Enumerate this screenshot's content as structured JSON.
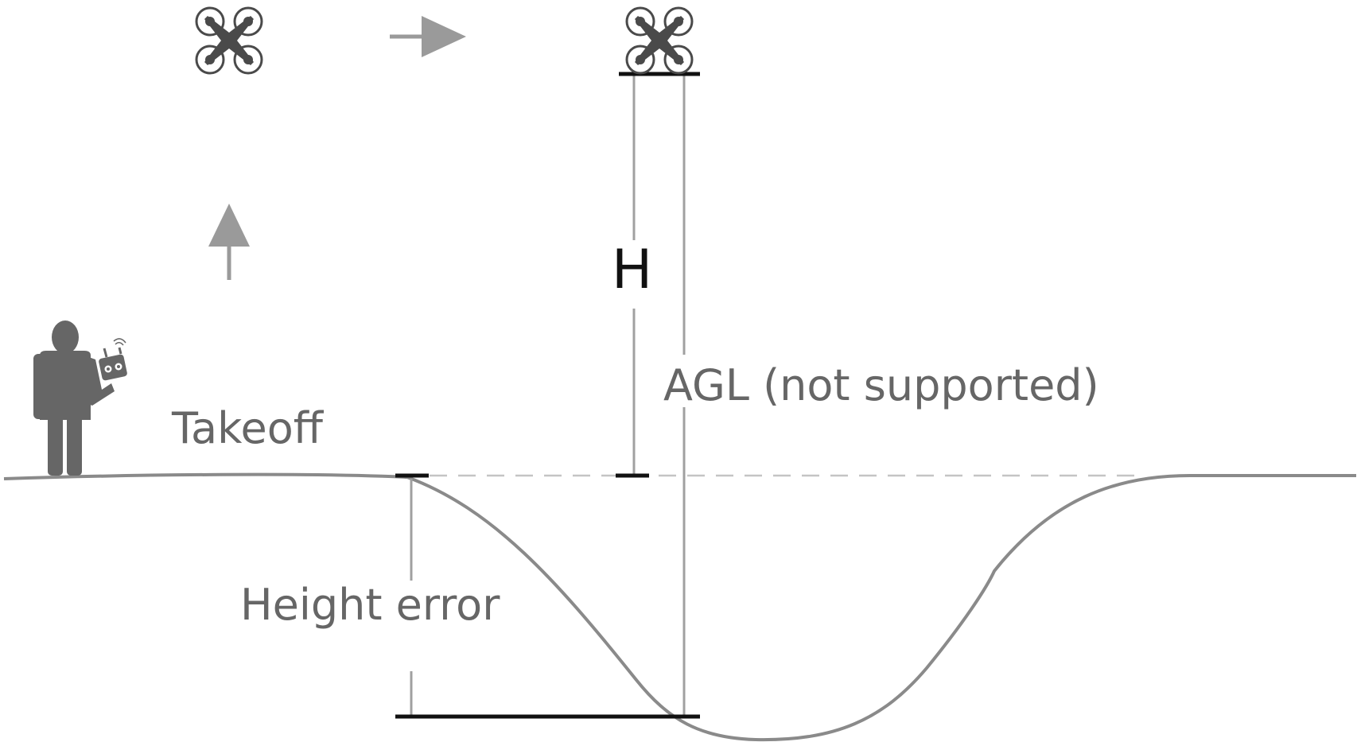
{
  "labels": {
    "takeoff": "Takeoff",
    "h": "H",
    "agl": "AGL (not supported)",
    "height_error": "Height error"
  },
  "icons": {
    "drone": "quadcopter-icon",
    "pilot": "pilot-with-remote-controller-icon",
    "ascend_arrow": "arrow-up-icon",
    "forward_arrow": "arrow-right-icon"
  },
  "colors": {
    "text": "#666666",
    "h_label": "#111111",
    "terrain": "#8a8a8a",
    "marker": "#111111",
    "guide": "#a0a0a0",
    "dashed_reference": "#c4c4c4",
    "arrow": "#9a9a9a",
    "silhouette": "#666666",
    "drone": "#4a4a4a"
  }
}
